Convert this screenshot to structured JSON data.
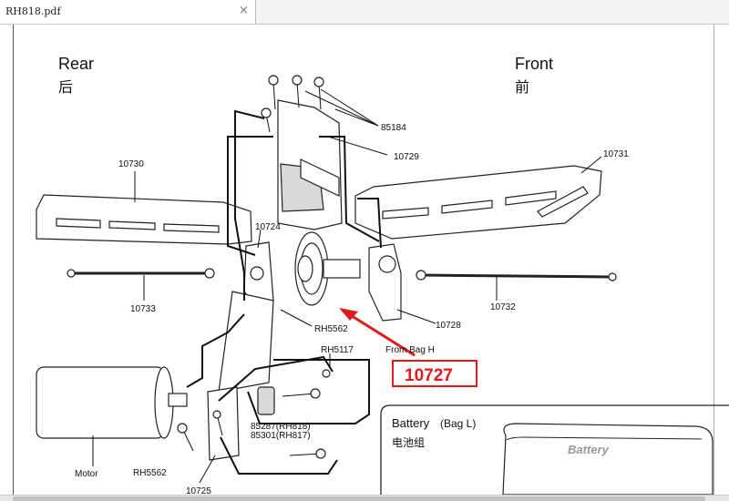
{
  "tab": {
    "title": "RH818.pdf",
    "close_glyph": "×"
  },
  "diagram": {
    "rear_label": "Rear",
    "rear_label_cn": "后",
    "front_label": "Front",
    "front_label_cn": "前",
    "parts": {
      "p85184": "85184",
      "p10729": "10729",
      "p10730": "10730",
      "p10731": "10731",
      "p10724": "10724",
      "p10733": "10733",
      "p10732": "10732",
      "p10728": "10728",
      "pRH5562a": "RH5562",
      "pRH5117": "RH5117",
      "p85287": "85287(RH818)",
      "p85301": "85301(RH817)",
      "pRH5562b": "RH5562",
      "p10725": "10725",
      "motor": "Motor"
    },
    "from_bag": "From Bag H",
    "highlight_part": "10727",
    "battery_header": "Battery",
    "battery_bag": "(Bag L)",
    "battery_cn": "电池组",
    "battery_pack_label": "Battery"
  },
  "colors": {
    "highlight": "#e01b1b",
    "page_edge": "#555555"
  }
}
